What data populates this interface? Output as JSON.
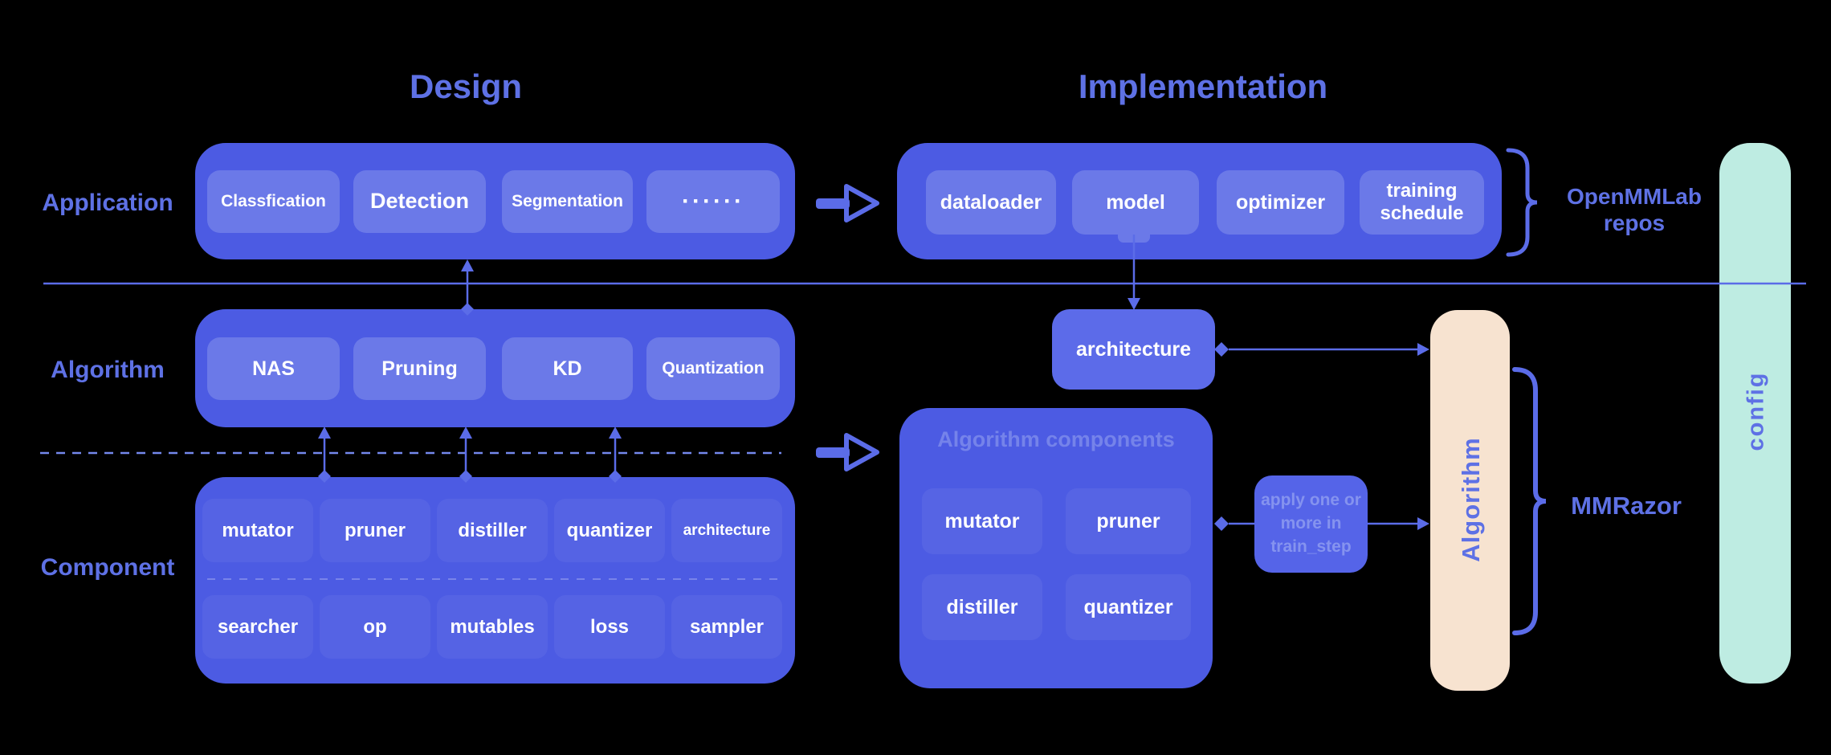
{
  "titles": {
    "design": "Design",
    "implementation": "Implementation"
  },
  "row_labels": {
    "application": "Application",
    "algorithm": "Algorithm",
    "component": "Component"
  },
  "design": {
    "application_chips": [
      "Classfication",
      "Detection",
      "Segmentation",
      "······"
    ],
    "algorithm_chips": [
      "NAS",
      "Pruning",
      "KD",
      "Quantization"
    ],
    "component_rows": [
      [
        "mutator",
        "pruner",
        "distiller",
        "quantizer",
        "architecture"
      ],
      [
        "searcher",
        "op",
        "mutables",
        "loss",
        "sampler"
      ]
    ]
  },
  "implementation": {
    "application_chips": [
      "dataloader",
      "model",
      "optimizer",
      "training schedule"
    ],
    "architecture_label": "architecture",
    "algorithm_components": {
      "title": "Algorithm components",
      "chips": [
        "mutator",
        "pruner",
        "distiller",
        "quantizer"
      ]
    },
    "apply_note": "apply one or more in train_step",
    "algorithm_bar_label": "Algorithm",
    "config_bar_label": "config"
  },
  "annotations": {
    "openmmlab": "OpenMMLab repos",
    "mmrazor": "MMRazor"
  },
  "colors": {
    "background": "#000000",
    "container_blue": "#4C5BE3",
    "chip_blue": "#6B79E8",
    "mid_blue": "#5C6BE9",
    "apply_blue": "#5564E8",
    "apply_text": "#8593EF",
    "accent_text": "#5E71E5",
    "line": "#5B6CE8",
    "dashed_line": "#7488EC",
    "beige": "#F7E3D0",
    "mint": "#BEECE2",
    "faint_title": "#7583EA",
    "white": "#FFFFFF"
  }
}
